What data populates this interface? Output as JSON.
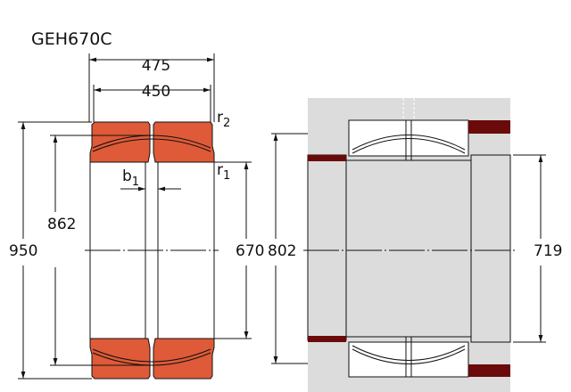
{
  "title": "GEH670C",
  "dimensions": {
    "overall_width": "475",
    "inner_width": "450",
    "outer_diameter": "950",
    "sphere_diameter": "862",
    "bore_diameter": "670",
    "housing_shoulder": "802",
    "shaft_shoulder": "719",
    "r2_base": "r",
    "r2_sub": "2",
    "r1_base": "r",
    "r1_sub": "1",
    "b1_base": "b",
    "b1_sub": "1"
  },
  "colors": {
    "ring": "#de5a38",
    "housing": "#dcdcdc",
    "seal": "#6b0a0a",
    "line": "#111111"
  }
}
